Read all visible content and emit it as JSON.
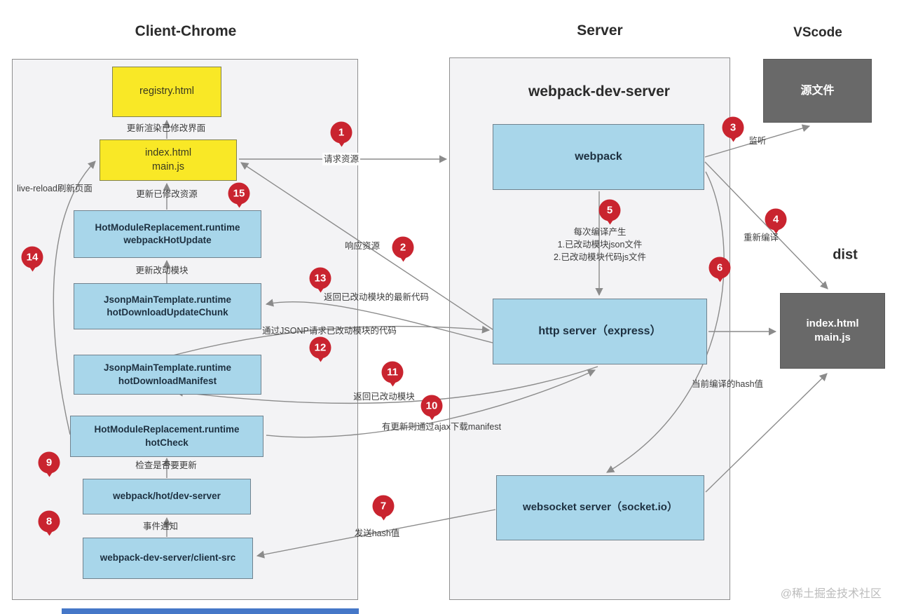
{
  "titles": {
    "client": "Client-Chrome",
    "server": "Server",
    "vscode": "VScode",
    "webpack_dev_server": "webpack-dev-server",
    "dist": "dist"
  },
  "nodes": {
    "registry": "registry.html",
    "index_client": "index.html\nmain.js",
    "hmr_update": "HotModuleReplacement.runtime\nwebpackHotUpdate",
    "update_chunk": "JsonpMainTemplate.runtime\nhotDownloadUpdateChunk",
    "manifest": "JsonpMainTemplate.runtime\nhotDownloadManifest",
    "hot_check": "HotModuleReplacement.runtime\nhotCheck",
    "dev_server": "webpack/hot/dev-server",
    "client_src": "webpack-dev-server/client-src",
    "webpack": "webpack",
    "http_server": "http server（express）",
    "websocket": "websocket server（socket.io）",
    "source_file": "源文件",
    "dist_output": "index.html\nmain.js"
  },
  "edge_labels": {
    "update_render": "更新渲染已修改界面",
    "request_resource": "请求资源",
    "live_reload": "live-reload刷新页面",
    "update_resource": "更新已修改资源",
    "update_module": "更新改动模块",
    "response_resource": "响应资源",
    "return_latest_code": "返回已改动模块的最新代码",
    "jsonp_request": "通过JSONP请求已改动模块的代码",
    "return_changed_module": "返回已改动模块",
    "ajax_manifest": "有更新则通过ajax下载manifest",
    "check_update": "检查是否要更新",
    "event_notify": "事件通知",
    "send_hash": "发送hash值",
    "compile_output": "每次编译产生\n1.已改动模块json文件\n2.已改动模块代码js文件",
    "listen": "监听",
    "recompile": "重新编译",
    "current_hash": "当前编译的hash值"
  },
  "markers": {
    "m1": "1",
    "m2": "2",
    "m3": "3",
    "m4": "4",
    "m5": "5",
    "m6": "6",
    "m7": "7",
    "m8": "8",
    "m9": "9",
    "m10": "10",
    "m11": "11",
    "m12": "12",
    "m13": "13",
    "m14": "14",
    "m15": "15"
  },
  "watermark": "@稀土掘金技术社区",
  "colors": {
    "node_blue": "#a8d6ea",
    "node_yellow": "#f9e826",
    "node_dark": "#696969",
    "marker_red": "#c9242f",
    "line_gray": "#8b8b8b",
    "container_gray": "#f3f3f5",
    "accent_bar_blue": "#4577c8",
    "watermark_gray": "#bcbcbc"
  }
}
